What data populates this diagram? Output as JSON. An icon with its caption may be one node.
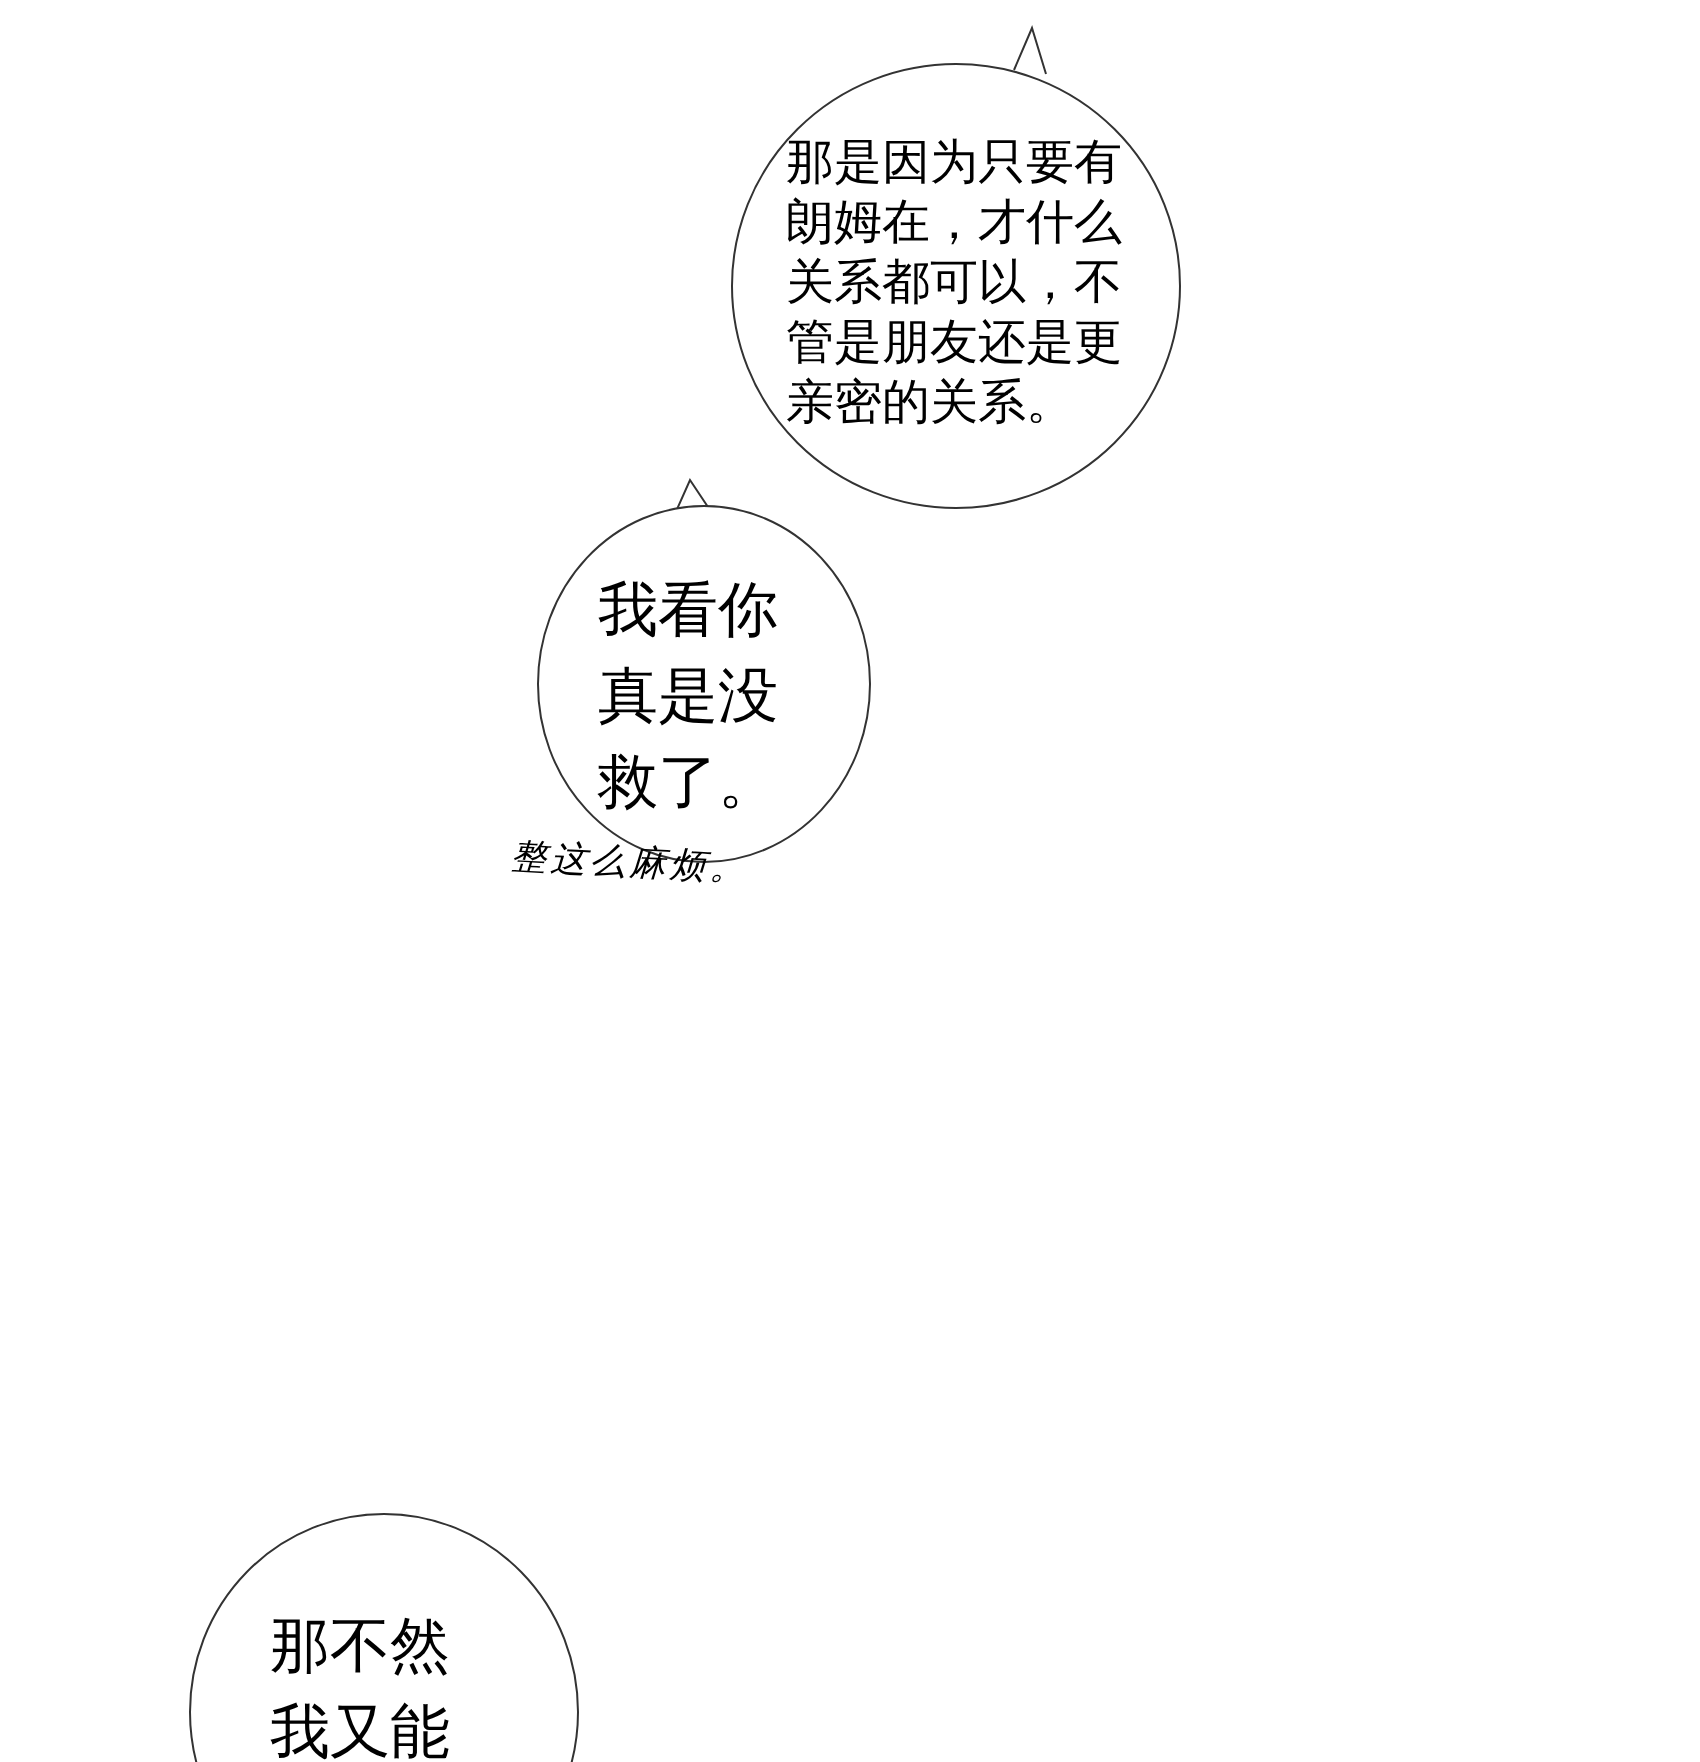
{
  "diagram": {
    "nodes": [
      {
        "text": [
          "那是因为只要有朗姆在，才什么关系都可以，不管是朋友还是更亲密的关系。"
        ]
      },
      {
        "text": [
          "我看你真是没救了。"
        ]
      },
      {
        "text": [
          "那不然我又能"
        ]
      }
    ],
    "labels": [
      "整这么麻烦。"
    ]
  }
}
